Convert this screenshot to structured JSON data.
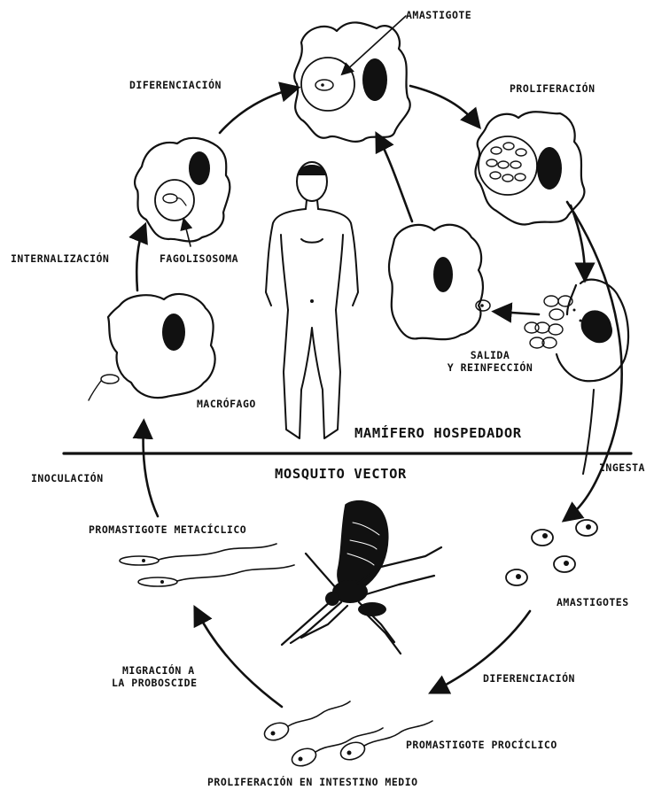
{
  "labels": {
    "amastigote": "AMASTIGOTE",
    "diferenciacion_top": "DIFERENCIACIÓN",
    "proliferacion_top": "PROLIFERACIÓN",
    "internalizacion": "INTERNALIZACIÓN",
    "fagolisosoma": "FAGOLISOSOMA",
    "salida_line1": "SALIDA",
    "salida_line2": "Y REINFECCIÓN",
    "macrofago": "MACRÓFAGO",
    "mamifero_hospedador": "MAMÍFERO HOSPEDADOR",
    "mosquito_vector": "MOSQUITO VECTOR",
    "inoculacion": "INOCULACIÓN",
    "ingesta": "INGESTA",
    "promastigote_metaciclico": "PROMASTIGOTE METACÍCLICO",
    "amastigotes": "AMASTIGOTES",
    "migracion_line1": "MIGRACIÓN A",
    "migracion_line2": "LA PROBOSCIDE",
    "diferenciacion_bottom": "DIFERENCIACIÓN",
    "promastigote_prociclico": "PROMASTIGOTE PROCÍCLICO",
    "proliferacion_intestino": "PROLIFERACIÓN EN INTESTINO MEDIO"
  },
  "colors": {
    "ink": "#111111",
    "paper": "#ffffff"
  }
}
